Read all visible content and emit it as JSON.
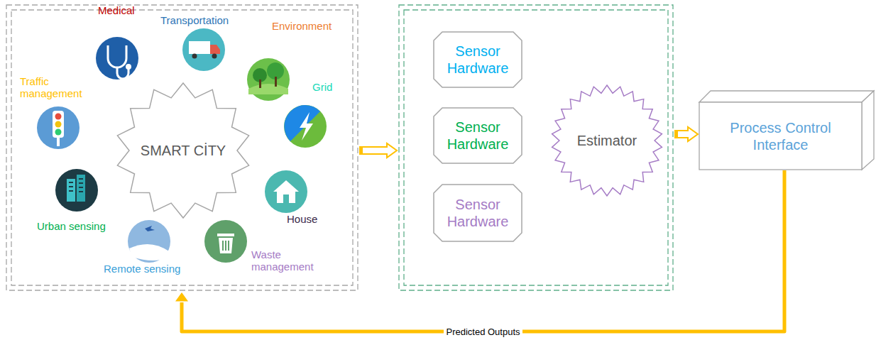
{
  "diagram": {
    "nodes": [
      {
        "text": []
      },
      {
        "text": [
          "SMART CİTY"
        ],
        "in": 0
      },
      {
        "text": []
      },
      {
        "text": [
          "Sensor Hardware"
        ],
        "in": 2
      },
      {
        "text": [
          "Sensor Hardware"
        ],
        "in": 2
      },
      {
        "text": [
          "Sensor Hardware"
        ],
        "in": 2
      },
      {
        "text": [
          "Estimator"
        ],
        "in": 2
      },
      {
        "text": [
          "Process Control Interface"
        ]
      }
    ],
    "edges": [
      {
        "from": 0,
        "to": 2,
        "arrow": "to"
      },
      {
        "from": 2,
        "to": 7,
        "arrow": "to"
      },
      {
        "from": 7,
        "to": 0,
        "label": "Predicted Outputs",
        "arrow": "to"
      }
    ],
    "labels": [
      "Medical",
      "Transportation",
      "Environment",
      "Grid",
      "House",
      "Waste management",
      "Remote sensing",
      "Urban sensing",
      "Traffic management"
    ]
  }
}
